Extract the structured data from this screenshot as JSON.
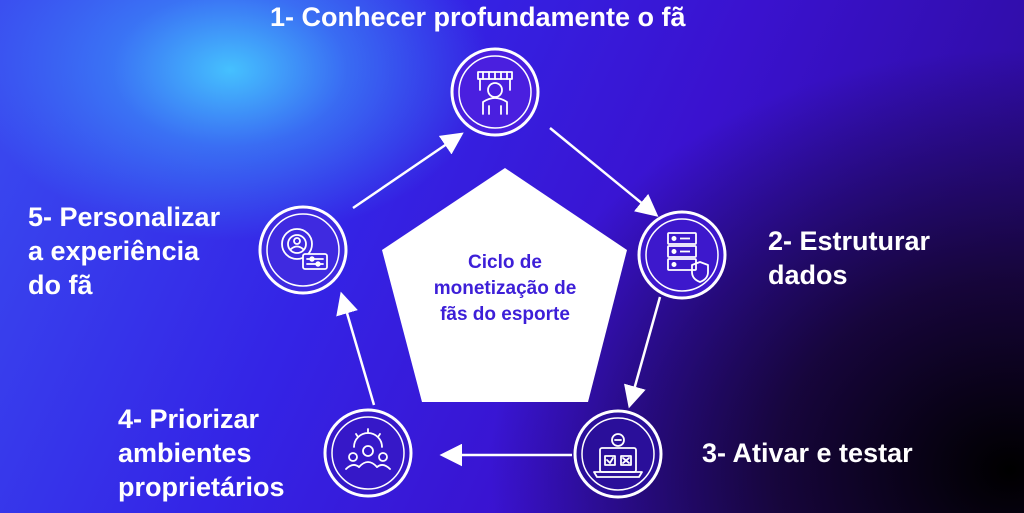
{
  "center_title": "Ciclo de\nmonetização de\nfãs do esporte",
  "steps": [
    {
      "label": "1- Conhecer profundamente o fã",
      "icon": "fan-jersey-icon"
    },
    {
      "label": "2- Estruturar\ndados",
      "icon": "database-server-icon"
    },
    {
      "label": "3- Ativar e testar",
      "icon": "laptop-test-icon"
    },
    {
      "label": "4- Priorizar\nambientes\nproprietários",
      "icon": "team-gear-icon"
    },
    {
      "label": "5- Personalizar\na experiência\ndo fã",
      "icon": "personalize-settings-icon"
    }
  ],
  "colors": {
    "accent_text": "#3d1fd8",
    "line": "#ffffff",
    "pentagon_fill": "#ffffff"
  }
}
